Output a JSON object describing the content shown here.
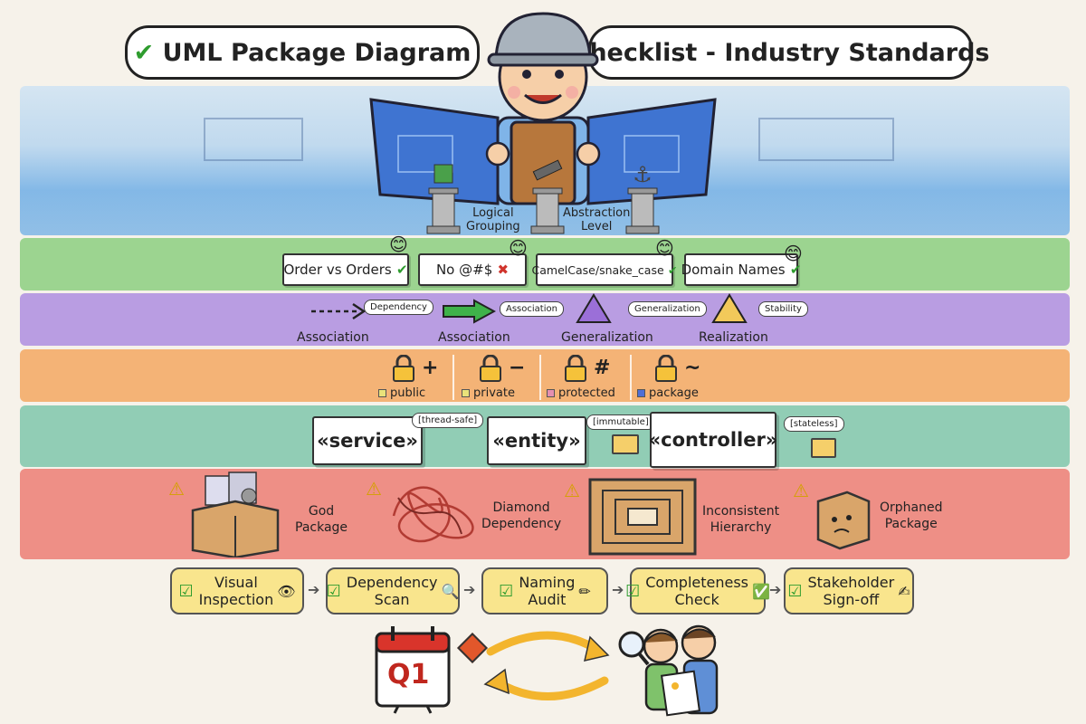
{
  "title": {
    "left": "UML Package Diagram",
    "right": "Checklist - Industry Standards"
  },
  "colors": {
    "blue": "#7fb6e6",
    "green": "#8ccf80",
    "purple": "#ae8ee0",
    "orange": "#f3a862",
    "teal": "#7fc7ac",
    "red": "#ec7e74",
    "yellow": "#f9e58d"
  },
  "principles": {
    "logical_grouping": "Logical\nGrouping",
    "abstraction_level": "Abstraction\nLevel"
  },
  "naming": [
    {
      "label": "Order vs Orders"
    },
    {
      "label": "No @#$"
    },
    {
      "label": "CamelCase/snake_case"
    },
    {
      "label": "Domain Names"
    }
  ],
  "relationships": [
    {
      "label": "Association",
      "note": "Dependency"
    },
    {
      "label": "Association",
      "note": "Association"
    },
    {
      "label": "Generalization",
      "note": "Generalization"
    },
    {
      "label": "Realization",
      "note": "Stability"
    }
  ],
  "visibility": [
    {
      "symbol": "+",
      "label": "public",
      "color": "#e9e27a"
    },
    {
      "symbol": "−",
      "label": "private",
      "color": "#e9e27a"
    },
    {
      "symbol": "#",
      "label": "protected",
      "color": "#e58fb0"
    },
    {
      "symbol": "~",
      "label": "package",
      "color": "#4f6fd6"
    }
  ],
  "stereotypes": [
    {
      "label": "«service»",
      "note": "[thread-safe]"
    },
    {
      "label": "«entity»",
      "note": "[immutable]"
    },
    {
      "label": "«controller»",
      "note": "[stateless]"
    }
  ],
  "anti_patterns": [
    {
      "label": "God\nPackage"
    },
    {
      "label": "Diamond\nDependency"
    },
    {
      "label": "Inconsistent\nHierarchy"
    },
    {
      "label": "Orphaned\nPackage"
    }
  ],
  "process": [
    {
      "label": "Visual\nInspection",
      "icon": "👁"
    },
    {
      "label": "Dependency\nScan",
      "icon": "🔍"
    },
    {
      "label": "Naming\nAudit",
      "icon": "✏"
    },
    {
      "label": "Completeness\nCheck",
      "icon": "✅"
    },
    {
      "label": "Stakeholder\nSign-off",
      "icon": "✍"
    }
  ],
  "review": {
    "calendar": "Q1"
  },
  "icons": [
    "check-icon",
    "lock-icon",
    "warning-icon",
    "calendar-icon",
    "magnifier-icon",
    "smiley-icon"
  ]
}
